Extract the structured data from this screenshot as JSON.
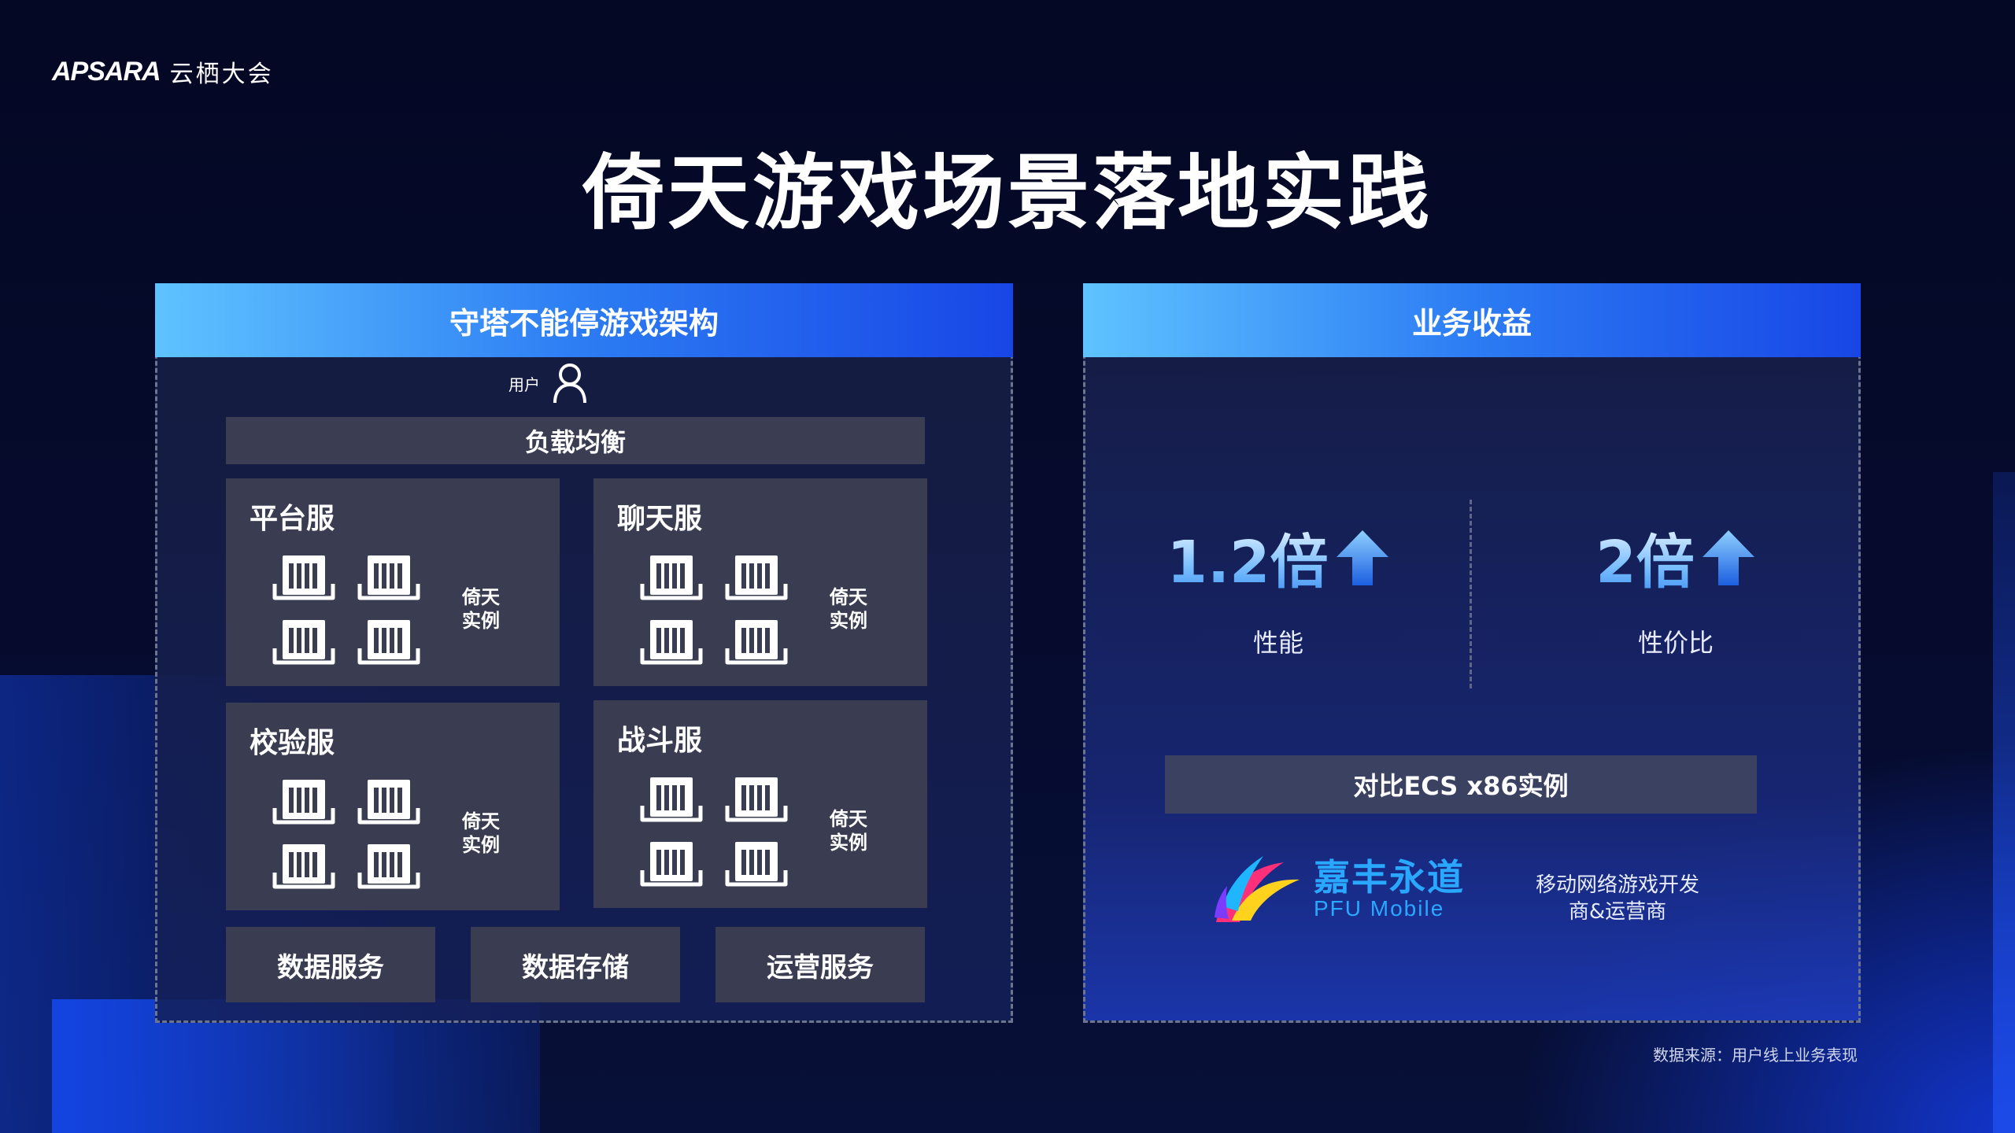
{
  "brand": {
    "mark": "APSARA",
    "name": "云栖大会"
  },
  "title": "倚天游戏场景落地实践",
  "architecture": {
    "header": "守塔不能停游戏架构",
    "user_label": "用户",
    "load_balancer": "负载均衡",
    "services": [
      {
        "name": "平台服",
        "instance_lines": [
          "倚天",
          "实例"
        ]
      },
      {
        "name": "聊天服",
        "instance_lines": [
          "倚天",
          "实例"
        ]
      },
      {
        "name": "校验服",
        "instance_lines": [
          "倚天",
          "实例"
        ]
      },
      {
        "name": "战斗服",
        "instance_lines": [
          "倚天",
          "实例"
        ]
      }
    ],
    "bottom_services": [
      "数据服务",
      "数据存储",
      "运营服务"
    ]
  },
  "benefits": {
    "header": "业务收益",
    "metrics": [
      {
        "value": "1.2倍",
        "label": "性能"
      },
      {
        "value": "2倍",
        "label": "性价比"
      }
    ],
    "comparison": "对比ECS x86实例",
    "customer": {
      "name_cn": "嘉丰永道",
      "name_en": "PFU  Mobile",
      "desc_line1": "移动网络游戏开发",
      "desc_line2": "商&运营商"
    }
  },
  "source": "数据来源：用户线上业务表现",
  "colors": {
    "header_start": "#5fc3ff",
    "header_end": "#1846e6",
    "tile": "#3a3d51",
    "accent": "#2aa8ff"
  },
  "icons": [
    "user-icon",
    "server-box-icon",
    "arrow-up-icon",
    "pfu-logo-icon"
  ]
}
